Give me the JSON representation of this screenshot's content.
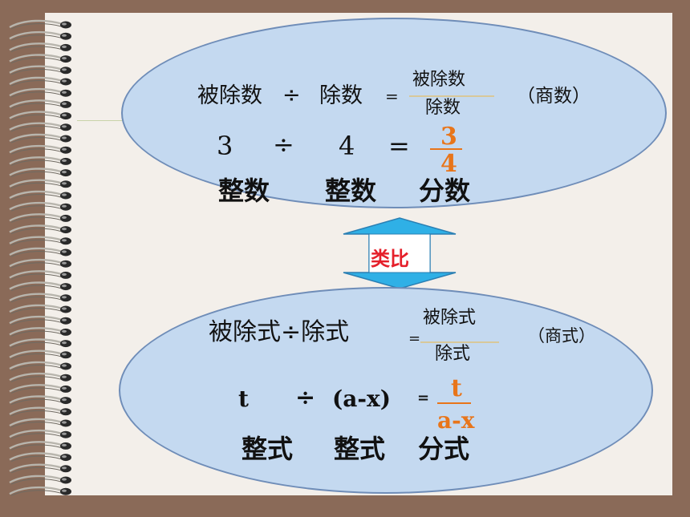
{
  "top": {
    "row1": {
      "dividend": "被除数",
      "divide_sign": "÷",
      "divisor": "除数",
      "equals": "=",
      "fraction_numerator": "被除数",
      "fraction_denominator": "除数",
      "note": "（商数）"
    },
    "row2": {
      "a": "3",
      "divide_sign": "÷",
      "b": "4",
      "equals": "=",
      "numerator": "3",
      "denominator": "4"
    },
    "row3": [
      "整数",
      "整数",
      "分数"
    ]
  },
  "arrow": {
    "label": "类比"
  },
  "bottom": {
    "row1": {
      "dividend_expr": "被除式÷除式",
      "equals": "=",
      "fraction_numerator": "被除式",
      "fraction_denominator": "除式",
      "note": "（商式）"
    },
    "row2": {
      "a": "t",
      "divide_sign": "÷",
      "b": "(a-x)",
      "equals": "=",
      "numerator": "t",
      "denominator": "a-x"
    },
    "row3": [
      "整式",
      "整式",
      "分式"
    ]
  },
  "colors": {
    "background": "#8a6a58",
    "paper": "#f3efea",
    "ellipse_fill": "#c4d9f0",
    "ellipse_border": "#6f8db8",
    "arrow_fill": "#2fb0e6",
    "accent_orange": "#e8751a",
    "label_red": "#e5202b"
  },
  "icons": [
    "spiral-binding-icon",
    "double-arrow-icon"
  ]
}
